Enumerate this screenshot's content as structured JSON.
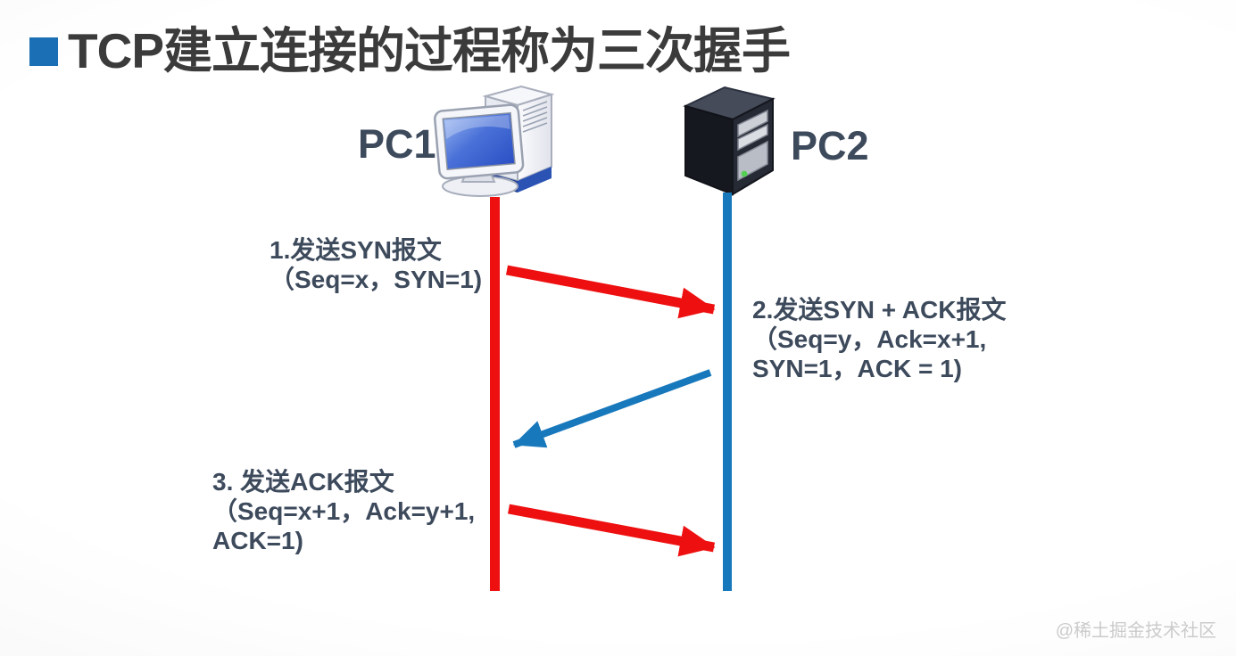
{
  "title": "TCP建立连接的过程称为三次握手",
  "nodes": {
    "pc1": {
      "label": "PC1",
      "lifeline_color": "#ee1010"
    },
    "pc2": {
      "label": "PC2",
      "lifeline_color": "#1878bc"
    }
  },
  "messages": {
    "m1": {
      "from": "PC1",
      "to": "PC2",
      "line1": "1.发送SYN报文",
      "line2": "（Seq=x，SYN=1)"
    },
    "m2": {
      "from": "PC2",
      "to": "PC1",
      "line1": "2.发送SYN + ACK报文",
      "line2": "（Seq=y，Ack=x+1,",
      "line3": "SYN=1，ACK = 1)"
    },
    "m3": {
      "from": "PC1",
      "to": "PC2",
      "line1": "3. 发送ACK报文",
      "line2": "（Seq=x+1，Ack=y+1,",
      "line3": "ACK=1)"
    }
  },
  "colors": {
    "accent": "#1a6fb5",
    "title_text": "#3b3b3b",
    "label_text": "#3d4a5c",
    "arrow_red": "#ee1010",
    "arrow_blue": "#1878bc",
    "watermark": "#cbcbcb"
  },
  "watermark": "@稀土掘金技术社区"
}
